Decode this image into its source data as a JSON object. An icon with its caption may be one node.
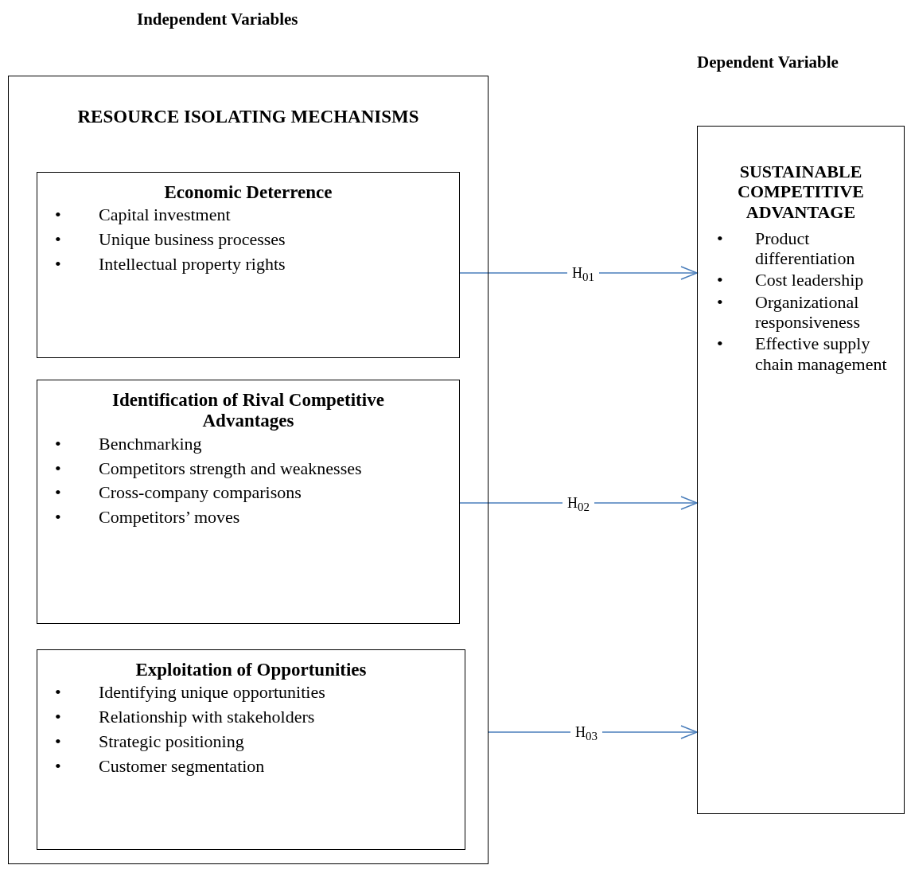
{
  "diagram": {
    "nodes": [
      {
        "text": [
          "RESOURCE ISOLATING MECHANISMS"
        ]
      },
      {
        "text": [
          "Economic Deterrence",
          "•",
          "Capital investment",
          "•",
          "Unique business processes",
          "•",
          "Intellectual property rights"
        ],
        "in": 0
      },
      {
        "text": [
          "Identification of Rival Competitive Advantages",
          "•",
          "Benchmarking",
          "•",
          "Competitors strength and weaknesses",
          "•",
          "Cross-company comparisons",
          "•",
          "Competitors’ moves"
        ],
        "in": 0
      },
      {
        "text": [
          "Exploitation of Opportunities",
          "•",
          "Identifying unique opportunities",
          "•",
          "Relationship with stakeholders",
          "•",
          "Strategic positioning",
          "•",
          "Customer segmentation"
        ],
        "in": 0
      },
      {
        "text": [
          "SUSTAINABLE COMPETITIVE ADVANTAGE",
          "•",
          "Product differentiation",
          "•",
          "Cost leadership",
          "•",
          "Organizational responsiveness",
          "•",
          "Effective supply chain management"
        ]
      }
    ],
    "edges": [
      {
        "from": 1,
        "to": 4,
        "arrow": "to",
        "label": "H$_{01}$"
      },
      {
        "from": 2,
        "to": 4,
        "arrow": "to",
        "label": "H$_{02}$"
      },
      {
        "from": 0,
        "to": 4,
        "arrow": "to",
        "label": "H$_{03}$"
      }
    ],
    "labels": [
      "Independent Variables",
      "Dependent Variable"
    ]
  }
}
